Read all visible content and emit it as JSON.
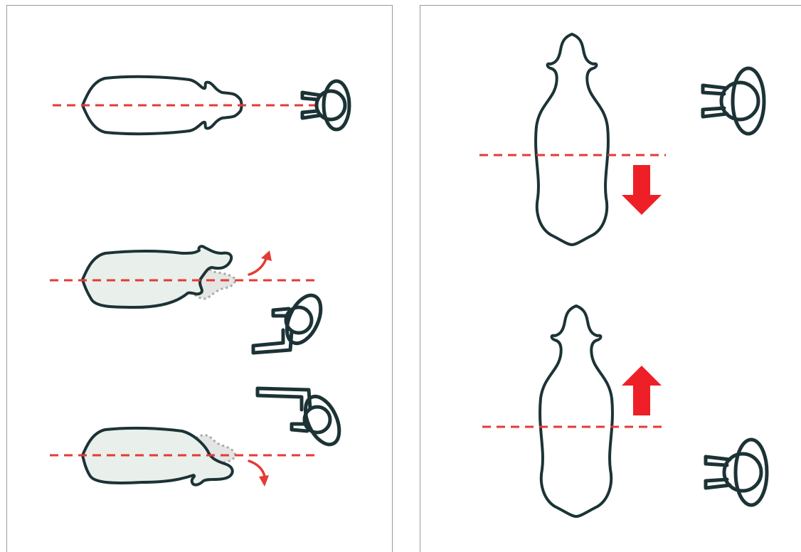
{
  "colors": {
    "outline": "#1c3336",
    "dash_line": "#e53a35",
    "big_arrow": "#ee1f26",
    "body_fill": "#e9efea",
    "ghost": "#a8aaa8"
  },
  "panels": [
    {
      "id": "left",
      "scenes": [
        "animal-facing-handler",
        "head-turned-up",
        "head-turned-down"
      ]
    },
    {
      "id": "right",
      "scenes": [
        "handler-ahead-of-shoulder-animal-moves-back",
        "handler-behind-shoulder-animal-moves-forward"
      ]
    }
  ],
  "icons": [
    "cow-top-view-icon",
    "handler-top-view-icon",
    "curved-arrow-icon",
    "down-arrow-icon",
    "up-arrow-icon"
  ]
}
